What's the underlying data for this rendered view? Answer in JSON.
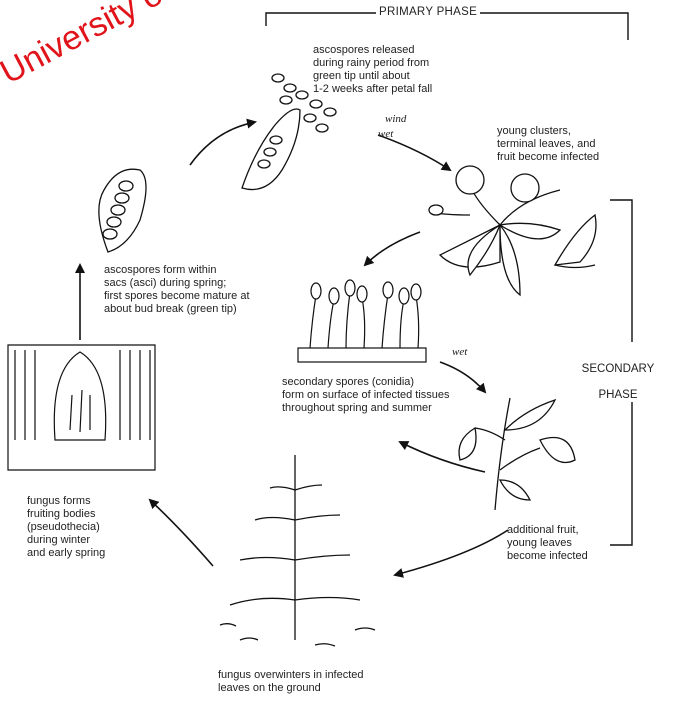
{
  "watermark": "University of strai",
  "phases": {
    "primary": "PRIMARY PHASE",
    "secondary_line1": "SECONDARY",
    "secondary_line2": "PHASE"
  },
  "arrow_labels": {
    "wind": "wind",
    "wet_top": "wet",
    "wet_middle": "wet"
  },
  "captions": {
    "ascospores_released": "ascospores released\nduring rainy period from\ngreen tip until about\n1-2 weeks after petal fall",
    "young_clusters": "young clusters,\nterminal leaves, and\nfruit become infected",
    "ascospores_form": "ascospores form within\nsacs (asci) during spring;\nfirst spores become mature at\nabout bud break (green tip)",
    "secondary_spores": "secondary spores (conidia)\nform on surface of infected tissues\nthroughout spring and summer",
    "additional_fruit": "additional fruit,\nyoung leaves\nbecome infected",
    "fungus_forms": "fungus forms\nfruiting bodies\n(pseudothecia)\nduring winter\nand early spring",
    "fungus_overwinters": "fungus overwinters in infected\nleaves on the ground"
  }
}
